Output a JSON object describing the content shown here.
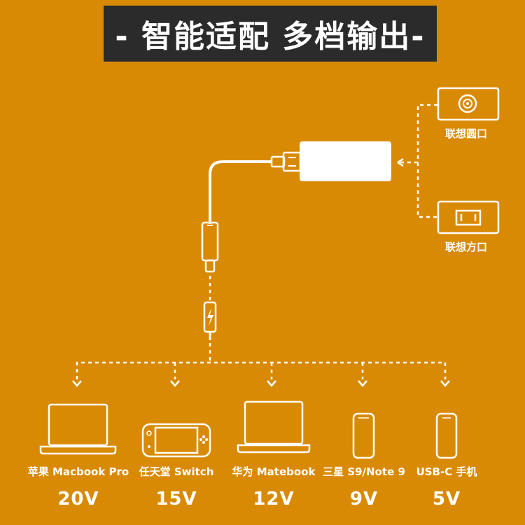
{
  "banner": {
    "title": "- 智能适配 多档输出-"
  },
  "sources": [
    {
      "label": "联想圆口",
      "icon": "round-port-icon"
    },
    {
      "label": "联想方口",
      "icon": "square-port-icon"
    }
  ],
  "devices": [
    {
      "label": "苹果 Macbook Pro",
      "voltage": "20V",
      "icon": "laptop-icon"
    },
    {
      "label": "任天堂 Switch",
      "voltage": "15V",
      "icon": "game-console-icon"
    },
    {
      "label": "华为 Matebook",
      "voltage": "12V",
      "icon": "laptop-icon"
    },
    {
      "label": "三星 S9/Note 9",
      "voltage": "9V",
      "icon": "phone-icon"
    },
    {
      "label": "USB-C 手机",
      "voltage": "5V",
      "icon": "phone-icon"
    }
  ],
  "colors": {
    "background": "#D98A05",
    "banner": "#2B2B2B",
    "line": "#FFFFFF"
  }
}
